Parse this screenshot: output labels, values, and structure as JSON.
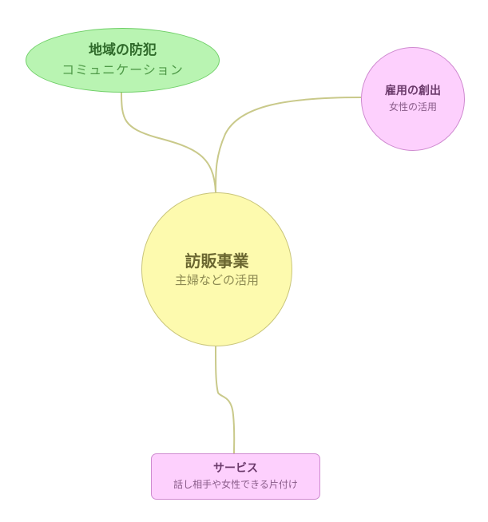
{
  "diagram": {
    "center": {
      "title": "訪販事業",
      "subtitle": "主婦などの活用"
    },
    "nodes": [
      {
        "id": "community",
        "title": "地域の防犯",
        "subtitle": "コミュニケーション"
      },
      {
        "id": "employment",
        "title": "雇用の創出",
        "subtitle": "女性の活用"
      },
      {
        "id": "service",
        "title": "サービス",
        "subtitle": "話し相手や女性できる片付け"
      }
    ],
    "colors": {
      "connector": "#c9c98a",
      "center_fill": "#fdfaae",
      "community_fill": "#b9f4b2",
      "pink_fill": "#fdd0fd"
    }
  }
}
